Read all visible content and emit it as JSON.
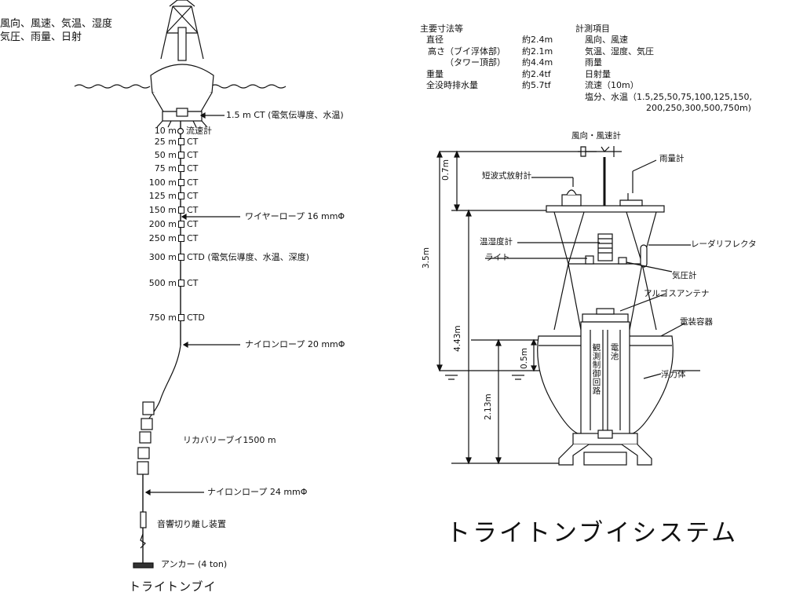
{
  "left": {
    "sensors_top_line1": "風向、風速、気温、湿度",
    "sensors_top_line2": "気圧、雨量、日射",
    "ct_1_5m": "1.5 m CT (電気伝導度、水温)",
    "current_meter": {
      "depth": "10 m",
      "label": "流速計"
    },
    "instruments": [
      {
        "depth": "25 m",
        "label": "CT"
      },
      {
        "depth": "50 m",
        "label": "CT"
      },
      {
        "depth": "75 m",
        "label": "CT"
      },
      {
        "depth": "100 m",
        "label": "CT"
      },
      {
        "depth": "125 m",
        "label": "CT"
      },
      {
        "depth": "150 m",
        "label": "CT"
      },
      {
        "depth": "200 m",
        "label": "CT"
      },
      {
        "depth": "250 m",
        "label": "CT"
      },
      {
        "depth": "300 m",
        "label": "CTD (電気伝導度、水温、深度)"
      },
      {
        "depth": "500 m",
        "label": "CT"
      },
      {
        "depth": "750 m",
        "label": "CTD"
      }
    ],
    "wire_rope": "ワイヤーロープ 16 mmΦ",
    "nylon_rope_20": "ナイロンロープ 20 mmΦ",
    "recovery_buoy": "リカバリーブイ1500 m",
    "nylon_rope_24": "ナイロンロープ 24 mmΦ",
    "acoustic_release": "音響切り離し装置",
    "anchor": "アンカー (4 ton)",
    "caption": "トライトンブイ"
  },
  "specs": {
    "title": "主要寸法等",
    "rows": [
      {
        "label": "直径",
        "value": "約2.4m"
      },
      {
        "label": "高さ（ブイ浮体部）",
        "value": "約2.1m"
      },
      {
        "label": "（タワー頂部）",
        "value": "約4.4m"
      },
      {
        "label": "重量",
        "value": "約2.4tf"
      },
      {
        "label": "全没時排水量",
        "value": "約5.7tf"
      }
    ]
  },
  "measurements": {
    "title": "計測項目",
    "items": [
      "風向、風速",
      "気温、湿度、気圧",
      "雨量",
      "日射量",
      "流速（10m）",
      "塩分、水温（1.5,25,50,75,100,125,150,",
      "200,250,300,500,750m)"
    ]
  },
  "right": {
    "wind_sensor": "風向・風速計",
    "radiometer": "短波式放射計",
    "rain_gauge": "雨量計",
    "thermo_hygro": "温湿度計",
    "light": "ライト",
    "radar_reflector": "レーダリフレクタ",
    "barometer": "気圧計",
    "argos_antenna": "アルゴスアンテナ",
    "electronics": "電装容器",
    "controller": "観測制御回路",
    "battery": "電池",
    "float_body": "浮力体",
    "dim_0_7": "0.7m",
    "dim_3_5": "3.5m",
    "dim_4_43": "4.43m",
    "dim_0_5": "0.5m",
    "dim_2_13": "2.13m"
  },
  "system_title": "トライトンブイシステム"
}
